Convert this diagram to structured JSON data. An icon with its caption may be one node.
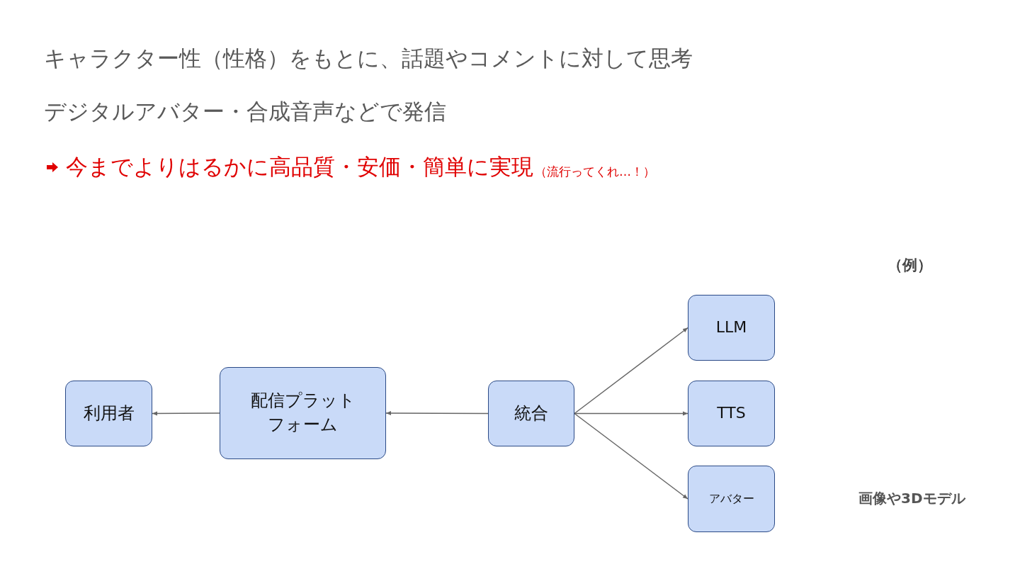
{
  "diagram": {
    "nodes": [
      {
        "text": [
          "利用者"
        ]
      },
      {
        "text": [
          "配信プラットフォーム"
        ]
      },
      {
        "text": [
          "統合"
        ]
      },
      {
        "text": [
          "LLM"
        ]
      },
      {
        "text": [
          "TTS"
        ]
      },
      {
        "text": [
          "アバター"
        ]
      }
    ],
    "edges": [
      {
        "from": 1,
        "to": 0,
        "arrow": "to"
      },
      {
        "from": 2,
        "to": 1,
        "arrow": "to"
      },
      {
        "from": 2,
        "to": 3,
        "arrow": "to"
      },
      {
        "from": 2,
        "to": 4,
        "arrow": "to"
      },
      {
        "from": 2,
        "to": 5,
        "arrow": "to"
      }
    ],
    "labels": [
      "キャラクター性（性格）をもとに、話題やコメントに対して思考",
      "デジタルアバター・合成音声などで発信",
      "今までよりはるかに高品質・安価・簡単に実現",
      "（流行ってくれ…！）",
      "（例）",
      "画像や3Dモデル"
    ]
  }
}
